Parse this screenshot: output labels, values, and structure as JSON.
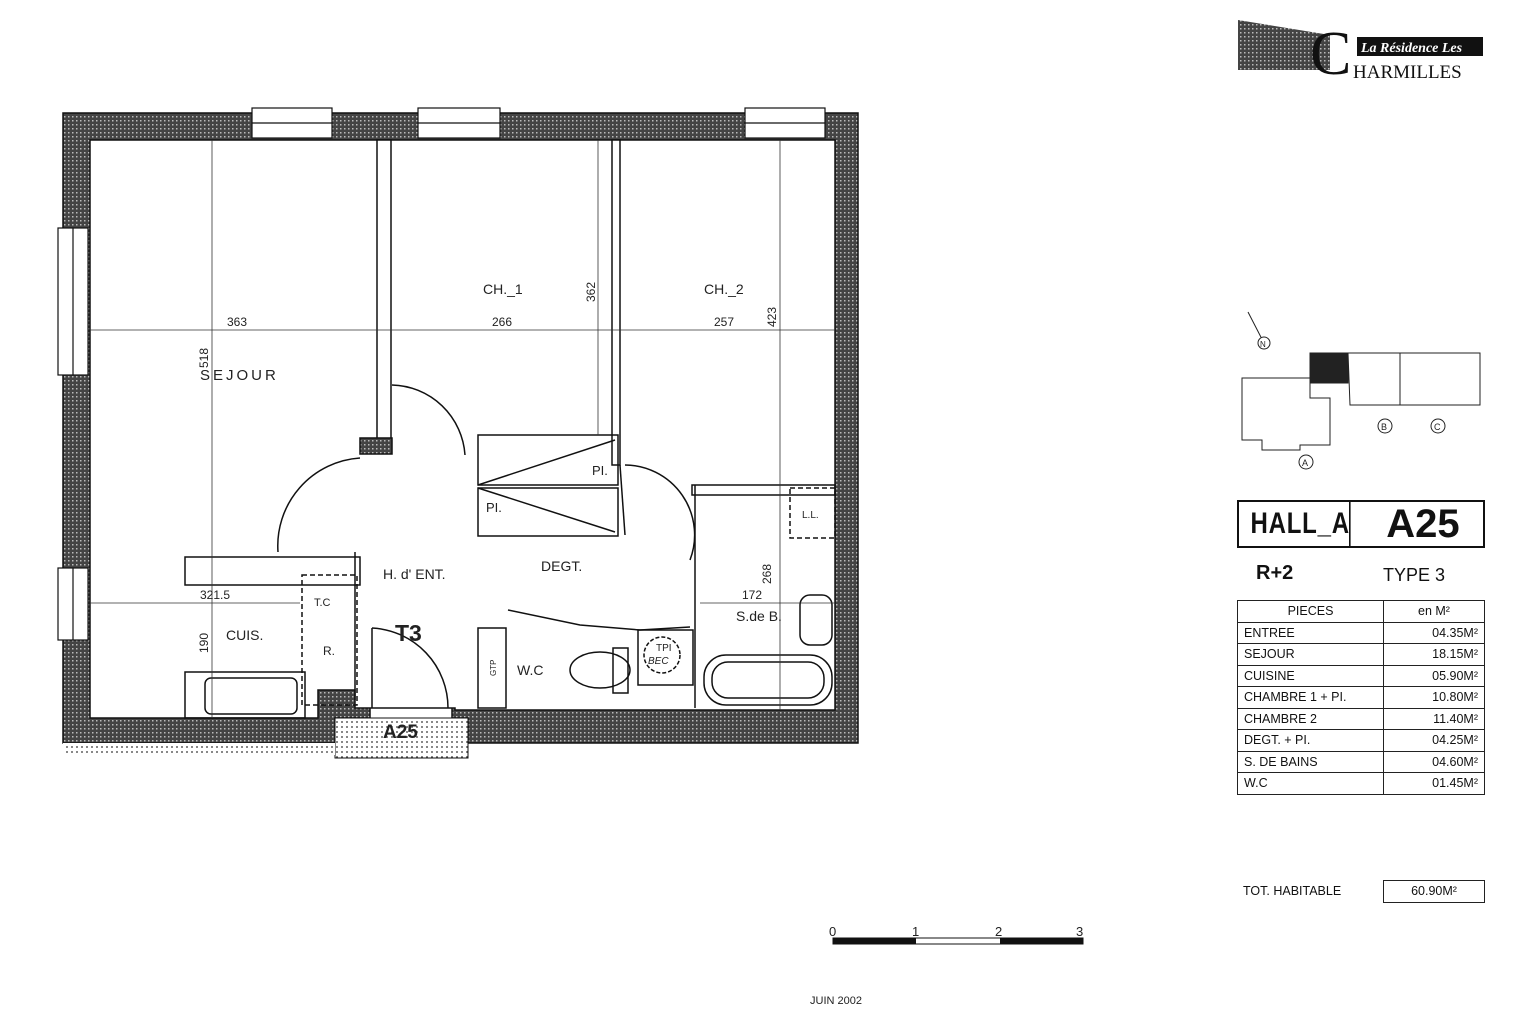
{
  "logo": {
    "line1": "La Résidence Les",
    "line2": "HARMILLES",
    "initial": "C"
  },
  "plan": {
    "rooms": {
      "sejour": "SEJOUR",
      "ch1": "CH._1",
      "ch2": "CH._2",
      "entree": "H. d' ENT.",
      "degt": "DEGT.",
      "cuisine": "CUIS.",
      "wc": "W.C",
      "sdb": "S.de B.",
      "placard1": "PI.",
      "placard2": "PI.",
      "tc": "T.C",
      "r": "R.",
      "ll": "L.L.",
      "gtp": "GTP",
      "tpi": "TPI",
      "bec": "BEC"
    },
    "type_label": "T3",
    "door_label": "A25",
    "dimensions": {
      "sejour_width": "363",
      "ch1_width": "266",
      "ch2_width": "257",
      "sejour_depth": "518",
      "ch1_depth": "362",
      "ch2_depth": "423",
      "cuisine_width": "321.5",
      "cuisine_depth": "190",
      "sdb_width": "172",
      "sdb_depth": "268"
    }
  },
  "info": {
    "hall": "HALL_A",
    "apartment": "A25",
    "floor": "R+2",
    "type": "TYPE 3",
    "table_headers": [
      "PIECES",
      "en M²"
    ],
    "rows": [
      {
        "room": "ENTREE",
        "area": "04.35M²"
      },
      {
        "room": "SEJOUR",
        "area": "18.15M²"
      },
      {
        "room": "CUISINE",
        "area": "05.90M²"
      },
      {
        "room": "CHAMBRE 1 + PI.",
        "area": "10.80M²"
      },
      {
        "room": "CHAMBRE 2",
        "area": "11.40M²"
      },
      {
        "room": "DEGT. + PI.",
        "area": "04.25M²"
      },
      {
        "room": "S. DE BAINS",
        "area": "04.60M²"
      },
      {
        "room": "W.C",
        "area": "01.45M²"
      }
    ],
    "total_label": "TOT. HABITABLE",
    "total_value": "60.90M²"
  },
  "locator": {
    "buildings": [
      "A",
      "B",
      "C"
    ],
    "north": "N"
  },
  "scale": {
    "ticks": [
      "0",
      "1",
      "2",
      "3"
    ]
  },
  "date": "JUIN 2002"
}
